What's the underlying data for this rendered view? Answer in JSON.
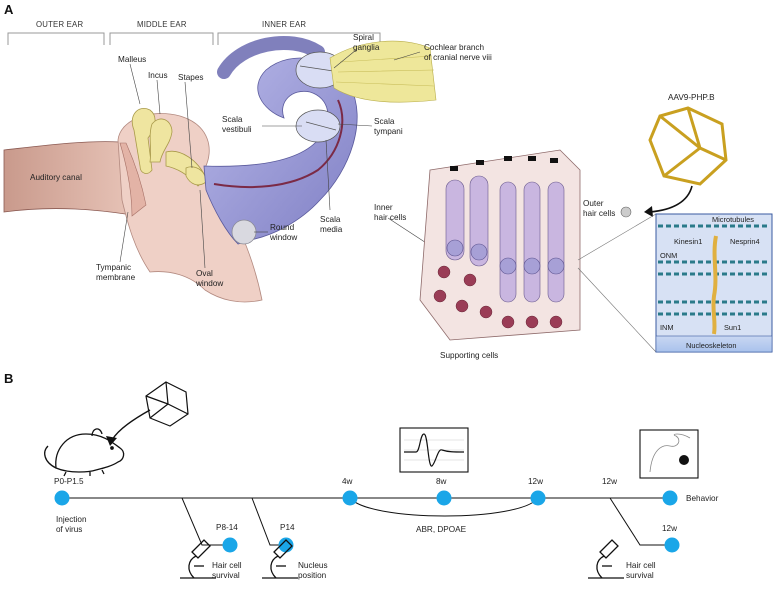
{
  "panel_a": {
    "letter": "A",
    "headers": {
      "outer": "OUTER EAR",
      "middle": "MIDDLE EAR",
      "inner": "INNER EAR"
    },
    "labels": {
      "malleus": "Malleus",
      "incus": "Incus",
      "stapes": "Stapes",
      "spiral_1": "Spiral",
      "spiral_2": "ganglia",
      "cochlear_1": "Cochlear branch",
      "cochlear_2": "of cranial nerve viii",
      "auditory_canal": "Auditory canal",
      "vestibuli_1": "Scala",
      "vestibuli_2": "vestibuli",
      "tympani_1": "Scala",
      "tympani_2": "tympani",
      "media_1": "Scala",
      "media_2": "media",
      "inner_hc_1": "Inner",
      "inner_hc_2": "hair cells",
      "outer_hc_1": "Outer",
      "outer_hc_2": "hair cells",
      "round_1": "Round",
      "round_2": "window",
      "tympanic_1": "Tympanic",
      "tympanic_2": "membrane",
      "oval_1": "Oval",
      "oval_2": "window",
      "supporting": "Supporting cells",
      "aav": "AAV9-PHP.B",
      "microtubules": "Microtubules",
      "kinesin": "Kinesin1",
      "nesprin": "Nesprin4",
      "onm": "ONM",
      "inm": "INM",
      "sun1": "Sun1",
      "nucleoskeleton": "Nucleoskeleton"
    }
  },
  "panel_b": {
    "letter": "B",
    "timeline": {
      "start_label": "P0-P1.5",
      "injection_1": "Injection",
      "injection_2": "of virus",
      "p8_label": "P8-14",
      "p8_desc_1": "Hair cell",
      "p8_desc_2": "survival",
      "p14_label": "P14",
      "p14_desc_1": "Nucleus",
      "p14_desc_2": "position",
      "w4": "4w",
      "w8": "8w",
      "w12": "12w",
      "abr": "ABR, DPOAE",
      "w12_behavior": "12w",
      "behavior": "Behavior",
      "w12_hc": "12w",
      "hc_desc_1": "Hair cell",
      "hc_desc_2": "survival"
    }
  },
  "colors": {
    "timeline_dot": "#1aa6e8",
    "cochlea": "#8f8fd0",
    "ossicle": "#efe5a0",
    "nerve": "#eee79a",
    "skin": "#d9b0a4"
  }
}
